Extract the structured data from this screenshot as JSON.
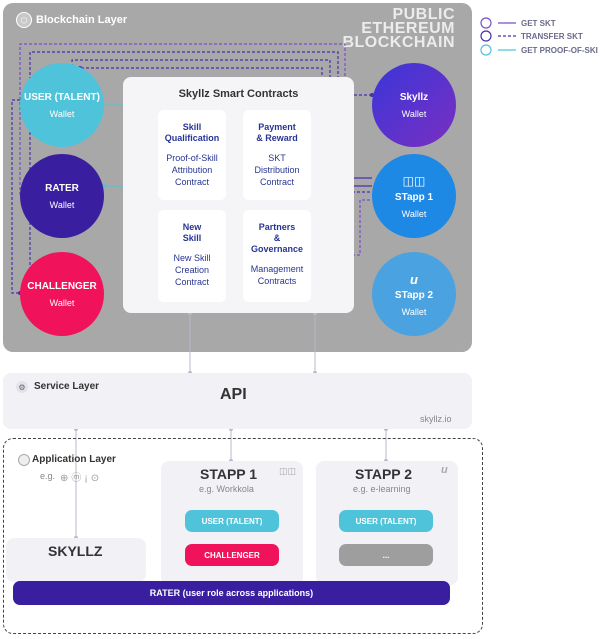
{
  "blockchain_layer": {
    "title": "Blockchain Layer",
    "public_line1": "PUBLIC",
    "public_line2": "ETHEREUM",
    "public_line3": "BLOCKCHAIN"
  },
  "legend": {
    "get_skt": "GET SKT",
    "transfer_skt": "TRANSFER SKT",
    "get_proof": "GET PROOF-OF-SKI",
    "colors": {
      "get_skt": "#7b4fc9",
      "transfer_skt": "#4a2fb0",
      "get_proof": "#4fc3d9"
    }
  },
  "wallets_left": [
    {
      "title": "USER (TALENT)",
      "subtitle": "Wallet",
      "color": "#4fc3d9"
    },
    {
      "title": "RATER",
      "subtitle": "Wallet",
      "color": "#3a1ea0"
    },
    {
      "title": "CHALLENGER",
      "subtitle": "Wallet",
      "color": "#f0125a"
    }
  ],
  "wallets_right": [
    {
      "title": "Skyllz",
      "subtitle": "Wallet",
      "color": "#5b2fc8"
    },
    {
      "title": "STapp 1",
      "subtitle": "Wallet",
      "color": "#1e88e5"
    },
    {
      "title": "STapp 2",
      "subtitle": "Wallet",
      "color": "#4aa3e0",
      "icon": "u-logo-icon"
    }
  ],
  "contracts": {
    "title": "Skyllz Smart Contracts",
    "cards": [
      {
        "title_1": "Skill",
        "title_2": "Qualification",
        "sub_1": "Proof-of-Skill",
        "sub_2": "Attribution",
        "sub_3": "Contract"
      },
      {
        "title_1": "Payment",
        "title_2": "& Reward",
        "sub_1": "SKT",
        "sub_2": "Distribution",
        "sub_3": "Contract"
      },
      {
        "title_1": "New",
        "title_2": "Skill",
        "sub_1": "New Skill",
        "sub_2": "Creation",
        "sub_3": "Contract"
      },
      {
        "title_1": "Partners",
        "title_2": "&",
        "title_3": "Governance",
        "sub_1": "Management",
        "sub_2": "Contracts"
      }
    ]
  },
  "service_layer": {
    "title": "Service Layer",
    "api": "API",
    "domain": "skyllz.io"
  },
  "application_layer": {
    "title": "Application Layer",
    "eg": "e.g.",
    "skyllz": "SKYLLZ",
    "stapp1": {
      "title": "STAPP 1",
      "eg": "e.g. Workkola",
      "pill1": "USER (TALENT)",
      "pill2": "CHALLENGER"
    },
    "stapp2": {
      "title": "STAPP 2",
      "eg": "e.g. e-learning",
      "pill1": "USER (TALENT)",
      "pill2": "..."
    },
    "rater_bar": "RATER (user role across applications)"
  }
}
